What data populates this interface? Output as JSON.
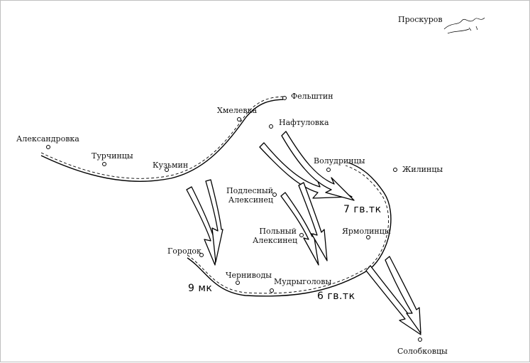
{
  "map": {
    "places": [
      {
        "id": "proskurov",
        "name": "Проскуров"
      },
      {
        "id": "felshtin",
        "name": "Фельштин"
      },
      {
        "id": "khmelevka",
        "name": "Хмелевка"
      },
      {
        "id": "naftulovka",
        "name": "Нафтуловка"
      },
      {
        "id": "aleksandrovka",
        "name": "Александровка"
      },
      {
        "id": "turchintsy",
        "name": "Турчинцы"
      },
      {
        "id": "kuzmin",
        "name": "Кузьмин"
      },
      {
        "id": "voludrintsy",
        "name": "Волудринцы"
      },
      {
        "id": "zhilintsy",
        "name": "Жилинцы"
      },
      {
        "id": "podlesny",
        "name": "Подлесный Алексинец"
      },
      {
        "id": "polny",
        "name": "Польный Алексинец"
      },
      {
        "id": "yarmolintsy",
        "name": "Ярмолинцы"
      },
      {
        "id": "gorodok",
        "name": "Городок"
      },
      {
        "id": "chernivody",
        "name": "Черниводы"
      },
      {
        "id": "mudrygolovy",
        "name": "Мудрыголовы"
      },
      {
        "id": "solobkovtsy",
        "name": "Солобковцы"
      }
    ],
    "units": [
      {
        "id": "7gvtk",
        "name": "7 гв.тк"
      },
      {
        "id": "9mk",
        "name": "9 мк"
      },
      {
        "id": "6gvtk",
        "name": "6 гв.тк"
      }
    ],
    "colors": {
      "ink": "#000000",
      "background": "#ffffff"
    }
  }
}
